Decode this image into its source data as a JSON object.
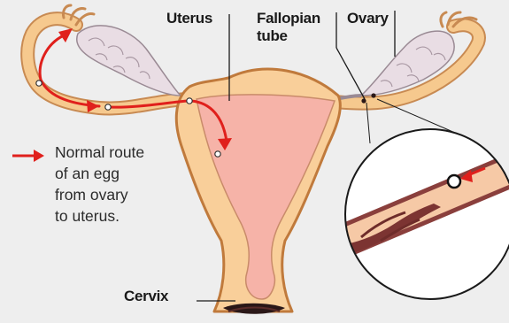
{
  "labels": {
    "uterus": "Uterus",
    "fallopian_line1": "Fallopian",
    "fallopian_line2": "tube",
    "ovary": "Ovary",
    "cervix": "Cervix"
  },
  "legend": {
    "lines": [
      "Normal route",
      "of an egg",
      "from ovary",
      "to uterus."
    ]
  },
  "colors": {
    "background": "#eeeeee",
    "uterus_wall": "#f9cf9a",
    "uterus_cavity": "#f6b3a8",
    "ovary": "#e9dde4",
    "arrow": "#e0201c",
    "tube_tissue": "#8a3f3c"
  }
}
